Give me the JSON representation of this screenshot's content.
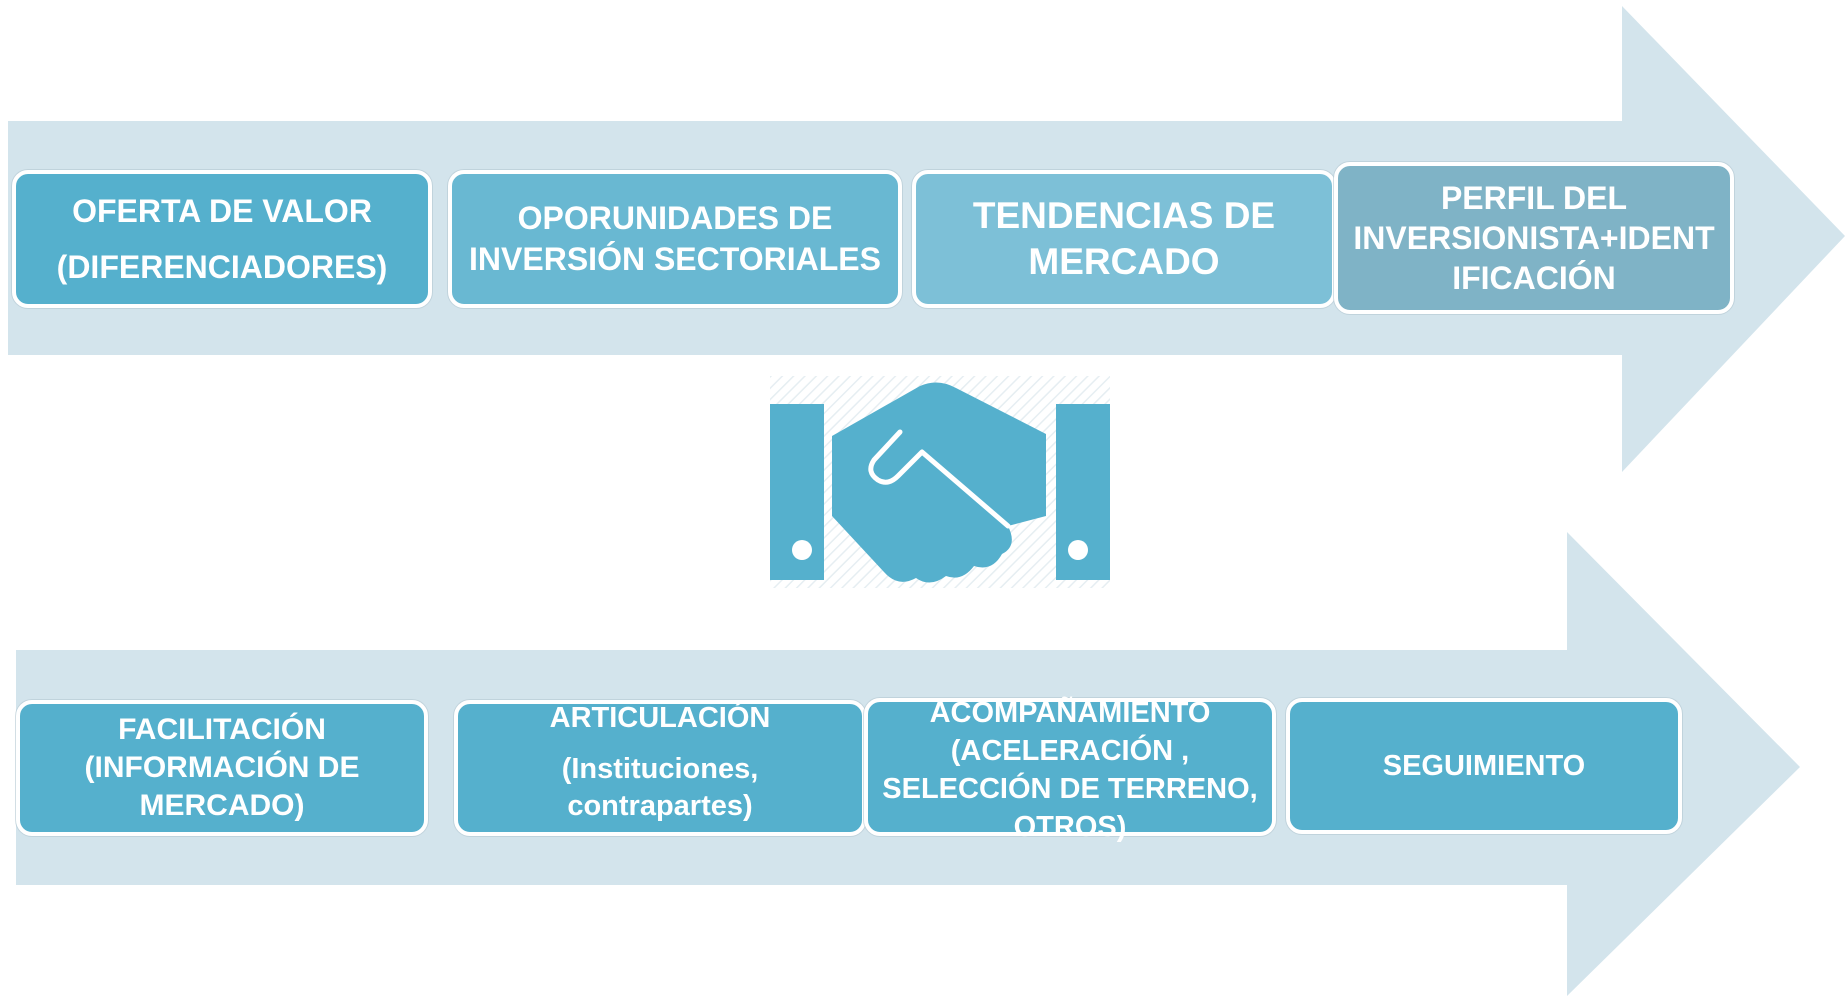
{
  "colors": {
    "arrow": "#d3e4ec",
    "box_dark": "#55b0cd",
    "box_mid": "#69b8d2",
    "box_light": "#7dc0d7",
    "box_grey": "#7fb3c6",
    "icon": "#55b0cd"
  },
  "top_row": [
    {
      "lines": [
        "OFERTA DE VALOR",
        "(DIFERENCIADORES)"
      ]
    },
    {
      "lines": [
        "OPORUNIDADES DE",
        "INVERSIÓN SECTORIALES"
      ]
    },
    {
      "lines": [
        "TENDENCIAS DE",
        "MERCADO"
      ]
    },
    {
      "lines": [
        "PERFIL DEL",
        "INVERSIONISTA+IDENT",
        "IFICACIÓN"
      ]
    }
  ],
  "bottom_row": [
    {
      "lines": [
        "FACILITACIÓN",
        "(INFORMACIÓN DE",
        "MERCADO)"
      ]
    },
    {
      "lines": [
        "ARTICULACIÓN",
        "(Instituciones,",
        "contrapartes)"
      ]
    },
    {
      "lines": [
        "ACOMPAÑAMIENTO",
        "(ACELERACIÓN ,",
        "SELECCIÓN DE TERRENO,",
        "OTROS)"
      ]
    },
    {
      "lines": [
        "SEGUIMIENTO"
      ]
    }
  ],
  "center_icon": "handshake-icon"
}
